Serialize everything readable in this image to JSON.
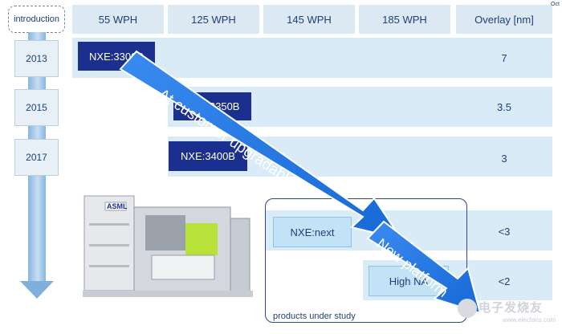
{
  "header": {
    "introduction": "introduction",
    "columns": [
      "55 WPH",
      "125 WPH",
      "145 WPH",
      "185 WPH",
      "Overlay [nm]"
    ],
    "corner": "Oct"
  },
  "years": [
    "2013",
    "2015",
    "2017"
  ],
  "products": {
    "nxe3300b": "NXE:3300B",
    "nxe3350b": "NXE:3350B",
    "nxe3400b": "NXE:3400B",
    "nxe_next": "NXE:next",
    "high": "High NA"
  },
  "overlay": [
    "7",
    "3.5",
    "3",
    "<3",
    "<2"
  ],
  "arrows": {
    "upgradable": "At customer upgradable",
    "new_platform": "New platform"
  },
  "study_label": "products under study",
  "machine_brand": "ASML",
  "watermark": {
    "name": "电子发烧友",
    "url": "www.elecfans.com"
  },
  "colors": {
    "dark_box": "#1b2f8e",
    "band": "#d9ebf7",
    "arrow": "#1f6fd6"
  }
}
